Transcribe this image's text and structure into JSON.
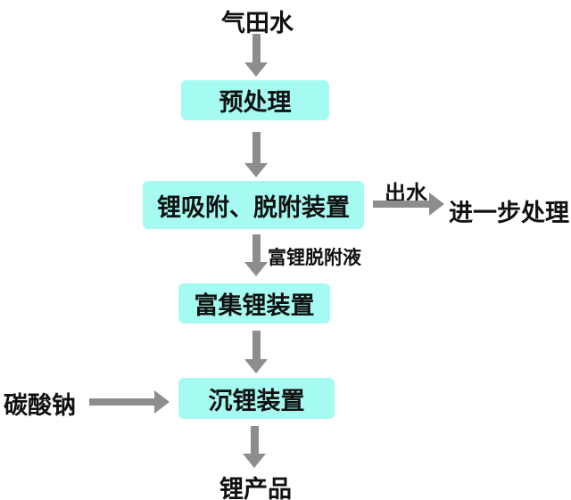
{
  "flow": {
    "source": "气田水",
    "boxes": {
      "pretreatment": "预处理",
      "adsorption": "锂吸附、脱附装置",
      "enrichment": "富集锂装置",
      "precipitation": "沉锂装置"
    },
    "branch": {
      "arrow_label": "出水",
      "target": "进一步处理"
    },
    "edge_labels": {
      "desorption_liquid": "富锂脱附液"
    },
    "inputs": {
      "sodium_carbonate": "碳酸钠"
    },
    "product": "锂产品",
    "colors": {
      "background": "#ffffff",
      "box_fill": "#a5fbf2",
      "arrow": "#8d8d8d",
      "text": "#111111"
    }
  }
}
